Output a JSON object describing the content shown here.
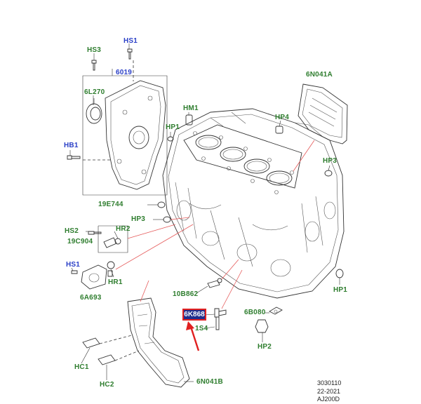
{
  "labels": {
    "hs3": "HS3",
    "hs1_top": "HS1",
    "p6019": "6019",
    "p6l270": "6L270",
    "hm1": "HM1",
    "hp1_top": "HP1",
    "hp4": "HP4",
    "p6n041a": "6N041A",
    "hb1": "HB1",
    "hp3_right": "HP3",
    "p19e744": "19E744",
    "hp3_mid": "HP3",
    "hs2": "HS2",
    "hr2": "HR2",
    "p19c904": "19C904",
    "hs1_mid": "HS1",
    "hr1": "HR1",
    "p6a693": "6A693",
    "hp1_right": "HP1",
    "p10b862": "10B862",
    "p6b080": "6B080",
    "highlight": "6K868",
    "is4": "1S4",
    "hp2": "HP2",
    "hc1": "HC1",
    "hc2": "HC2",
    "p6n041b": "6N041B"
  },
  "ref": {
    "line1": "3030110",
    "line2": "22-2021",
    "line3": "AJ200D"
  },
  "colors": {
    "part_label": "#2e7d2e",
    "group_label": "#2a3fc7",
    "highlight_fill": "#1e2f8e",
    "highlight_border": "#e02020",
    "arrow": "#e02020"
  }
}
